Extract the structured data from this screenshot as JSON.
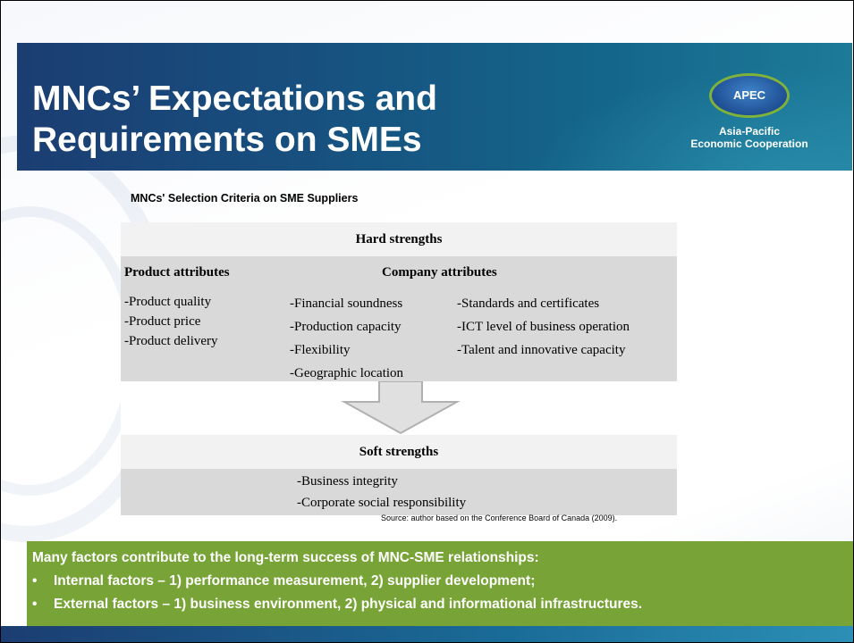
{
  "title": "MNCs’ Expectations and\nRequirements on SMEs",
  "logo": {
    "name": "APEC",
    "line1": "Asia-Pacific",
    "line2": "Economic Cooperation"
  },
  "subtitle": "MNCs' Selection Criteria on SME Suppliers",
  "hard_strengths": {
    "heading": "Hard strengths",
    "product_heading": "Product attributes",
    "company_heading": "Company attributes",
    "product_items": [
      "-Product quality",
      "-Product price",
      "-Product delivery"
    ],
    "company_items_col1": [
      "-Financial soundness",
      "-Production capacity",
      "-Flexibility",
      "-Geographic location"
    ],
    "company_items_col2": [
      "-Standards and certificates",
      "-ICT level of business operation",
      "-Talent and innovative capacity"
    ]
  },
  "soft_strengths": {
    "heading": "Soft strengths",
    "items": [
      "-Business integrity",
      "-Corporate social responsibility"
    ]
  },
  "source": "Source: author based on the Conference Board of Canada (2009).",
  "callout": {
    "intro": "Many factors contribute to the long-term success of MNC-SME relationships:",
    "bullet": "•",
    "items": [
      "Internal factors – 1) performance measurement, 2) supplier development;",
      "External factors – 1) business environment, 2) physical and informational infrastructures."
    ]
  },
  "colors": {
    "header_blue": "#1b3d72",
    "callout_green": "#78a437",
    "band_gray": "#d9d9d9",
    "arrow_gray": "#bfbfbf"
  }
}
